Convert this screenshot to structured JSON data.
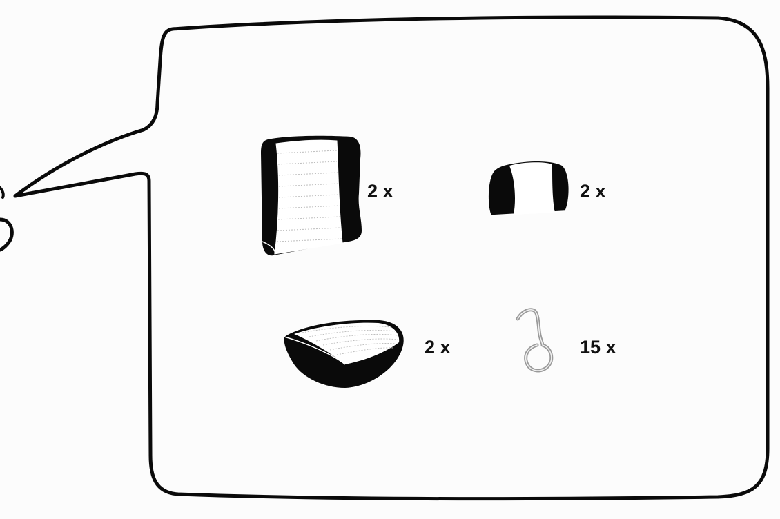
{
  "bubble": {
    "fill": "#fcfcfc",
    "stroke": "#0a0a0a"
  },
  "parts": [
    {
      "id": "backrest-cover",
      "icon": "seat-backrest-cover-icon",
      "quantity_label": "2 x"
    },
    {
      "id": "headrest-cover",
      "icon": "headrest-cover-icon",
      "quantity_label": "2 x"
    },
    {
      "id": "seat-cushion-cover",
      "icon": "seat-cushion-cover-icon",
      "quantity_label": "2 x"
    },
    {
      "id": "hog-ring-hook",
      "icon": "hook-clip-icon",
      "quantity_label": "15 x"
    }
  ],
  "colors": {
    "upholstery_dark": "#0a0a0a",
    "upholstery_light": "#ffffff",
    "stitch": "#bdbdbd",
    "hook_metal": "#9a9a9a"
  }
}
